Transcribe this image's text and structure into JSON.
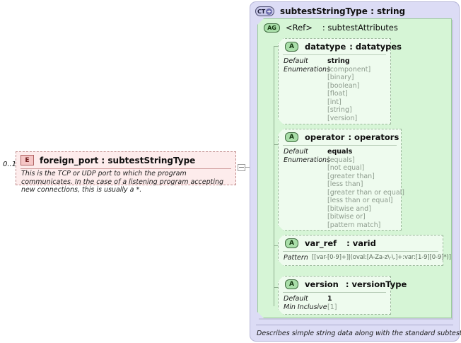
{
  "element": {
    "badge": "E",
    "title": "foreign_port : subtestStringType",
    "cardinality": "0..1",
    "description": "This is the TCP or UDP port to which the program communicates.  In the case of a listening program accepting new connections, this is usually a *."
  },
  "complex_type": {
    "badge": "CT",
    "title": "subtestStringType : string",
    "footer": "Describes simple string data along with the standard subtest attributes."
  },
  "attribute_group": {
    "badge": "AG",
    "ref": "<Ref>",
    "type": ": subtestAttributes"
  },
  "attributes": [
    {
      "badge": "A",
      "name": "datatype",
      "type": ": datatypes",
      "facets": [
        {
          "key": "Default",
          "value": "string",
          "style": "bold"
        },
        {
          "key": "Enumerations",
          "value": "[component]",
          "style": "enum"
        },
        {
          "key": "",
          "value": "[binary]",
          "style": "enum"
        },
        {
          "key": "",
          "value": "[boolean]",
          "style": "enum"
        },
        {
          "key": "",
          "value": "[float]",
          "style": "enum"
        },
        {
          "key": "",
          "value": "[int]",
          "style": "enum"
        },
        {
          "key": "",
          "value": "[string]",
          "style": "enum"
        },
        {
          "key": "",
          "value": "[version]",
          "style": "enum"
        }
      ]
    },
    {
      "badge": "A",
      "name": "operator",
      "type": ": operators",
      "facets": [
        {
          "key": "Default",
          "value": "equals",
          "style": "bold"
        },
        {
          "key": "Enumerations",
          "value": "[equals]",
          "style": "enum"
        },
        {
          "key": "",
          "value": "[not equal]",
          "style": "enum"
        },
        {
          "key": "",
          "value": "[greater than]",
          "style": "enum"
        },
        {
          "key": "",
          "value": "[less than]",
          "style": "enum"
        },
        {
          "key": "",
          "value": "[greater than or equal]",
          "style": "enum"
        },
        {
          "key": "",
          "value": "[less than or equal]",
          "style": "enum"
        },
        {
          "key": "",
          "value": "[bitwise and]",
          "style": "enum"
        },
        {
          "key": "",
          "value": "[bitwise or]",
          "style": "enum"
        },
        {
          "key": "",
          "value": "[pattern match]",
          "style": "enum"
        }
      ]
    },
    {
      "badge": "A",
      "name": "var_ref",
      "type": ": varid",
      "facets": [
        {
          "key": "Pattern",
          "value": "[[var-[0-9]+]|(oval:[A-Za-z\\-\\.]+:var:[1-9][0-9]*)]",
          "style": "mono"
        }
      ]
    },
    {
      "badge": "A",
      "name": "version",
      "type": ": versionType",
      "facets": [
        {
          "key": "Default",
          "value": "1",
          "style": "bold"
        },
        {
          "key": "Min Inclusive",
          "value": "[1]",
          "style": "enum"
        }
      ]
    }
  ],
  "colors": {
    "complex_type_panel": "#dcdcf5",
    "attribute_group_panel": "#d6f5d6",
    "attribute_block": "#eefbee",
    "element_box": "#fdecec"
  }
}
